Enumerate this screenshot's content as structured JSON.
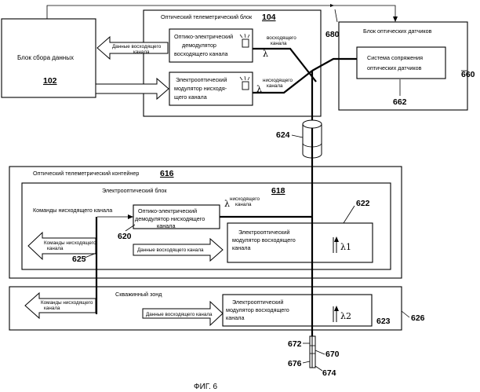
{
  "figure_caption": "ФИГ. 6",
  "colors": {
    "ink": "#000000",
    "paper": "#ffffff"
  },
  "blocks": {
    "data_collection": {
      "label": "Блок сбора данных",
      "ref": "102"
    },
    "telemetry_unit": {
      "label": "Оптический телеметрический блок",
      "ref": "104"
    },
    "oe_demodulator_top": {
      "line1": "Оптико-электрический",
      "line2": "демодулятор",
      "line3": "восходящего канала"
    },
    "eo_modulator_top": {
      "line1": "Электрооптический",
      "line2": "модулятор нисходя-",
      "line3": "щего канала"
    },
    "sensor_block": {
      "label": "Блок оптических датчиков",
      "ref": "660"
    },
    "sensor_interface": {
      "line1": "Система сопряжения",
      "line2": "оптических датчиков",
      "ref": "662"
    },
    "container": {
      "label": "Оптический телеметрический контейнер",
      "ref": "616",
      "side_ref": "626"
    },
    "eo_unit": {
      "label": "Электрооптический блок",
      "ref": "618"
    },
    "oe_demodulator_mid": {
      "line1": "Оптико-электрический",
      "line2": "демодулятор нисходящего",
      "line3": "канала",
      "ref": "620"
    },
    "eo_modulator_mid": {
      "line1": "Электрооптический",
      "line2": "модулятор восходящего",
      "line3": "канала",
      "ref": "622",
      "lambda": "λ1"
    },
    "probe": {
      "label": "Скважинный зонд",
      "ref": "623"
    },
    "eo_modulator_bottom": {
      "line1": "Электрооптический",
      "line2": "модулятор восходящего",
      "line3": "канала",
      "lambda": "λ2"
    }
  },
  "signals": {
    "upstream_data_top": {
      "line1": "Данные восходящего",
      "line2": "канала"
    },
    "upstream_lambda_top": {
      "symbol": "λ",
      "line1": "восходящего",
      "line2": "канала"
    },
    "downstream_lambda_top": {
      "symbol": "λ",
      "line1": "нисходящего",
      "line2": "канала"
    },
    "downstream_lambda_mid": {
      "symbol": "λ",
      "line1": "нисходящего",
      "line2": "канала"
    },
    "downlink_commands_line": "Команды нисходящего канала",
    "downlink_commands_arrow_mid": {
      "line1": "Команды нисходящего",
      "line2": "канала"
    },
    "upstream_data_mid": "Данные восходящего канала",
    "downlink_commands_arrow_bottom": {
      "line1": "Команды нисходящего",
      "line2": "канала"
    },
    "upstream_data_bottom": "Данные восходящего канала"
  },
  "refs": {
    "coupler": "624",
    "junction": "625",
    "sensor_link": "680",
    "tail_1": "672",
    "tail_2": "670",
    "tail_3": "676",
    "tail_4": "674"
  }
}
